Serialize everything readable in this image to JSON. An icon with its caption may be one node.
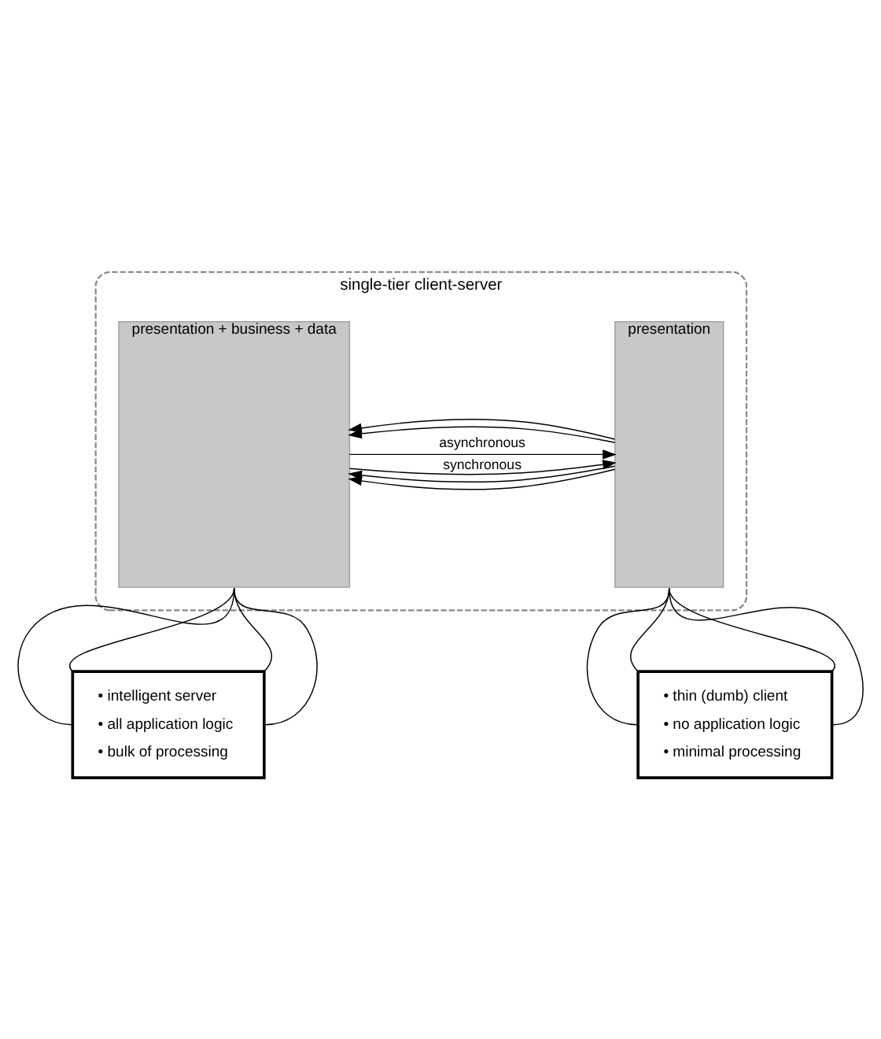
{
  "diagram": {
    "nodes": [
      {
        "text": [
          "single-tier client-server"
        ]
      },
      {
        "text": [
          "presentation"
        ],
        "in": 0
      },
      {
        "text": [
          "presentation + business + data"
        ],
        "in": 0
      },
      {
        "text": [
          "• thin (dumb) client",
          "• no application logic",
          "• minimal processing"
        ]
      },
      {
        "text": [
          "• intelligent server",
          "• all application logic",
          "• bulk of processing"
        ]
      }
    ],
    "edges": [
      {
        "from": 1,
        "to": 2,
        "arrow": "to"
      },
      {
        "from": 1,
        "to": 2,
        "arrow": "to"
      },
      {
        "from": 1,
        "to": 2,
        "arrow": "to"
      },
      {
        "from": 2,
        "to": 1,
        "arrow": "to",
        "label": "asynchronous"
      },
      {
        "from": 1,
        "to": 2,
        "arrow": "to"
      },
      {
        "from": 2,
        "to": 1,
        "arrow": "to",
        "label": "synchronous"
      },
      {
        "from": 1,
        "to": 3,
        "arrow": "none"
      },
      {
        "from": 1,
        "to": 3,
        "arrow": "none"
      },
      {
        "from": 1,
        "to": 3,
        "arrow": "none"
      },
      {
        "from": 1,
        "to": 3,
        "arrow": "none"
      },
      {
        "from": 2,
        "to": 4,
        "arrow": "none"
      },
      {
        "from": 2,
        "to": 4,
        "arrow": "none"
      },
      {
        "from": 2,
        "to": 4,
        "arrow": "none"
      },
      {
        "from": 2,
        "to": 4,
        "arrow": "none"
      }
    ]
  }
}
